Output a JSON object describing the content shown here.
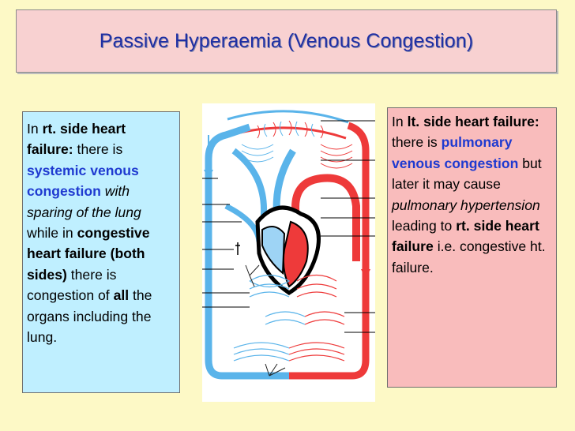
{
  "title": "Passive Hyperaemia (Venous Congestion)",
  "left": {
    "p1": "In ",
    "p2": "rt. side heart failure:",
    "p3": " there is ",
    "p4": "systemic venous congestion",
    "p5": " ",
    "p6": "with sparing of the lung",
    "p7": " while in ",
    "p8": "congestive heart failure (both sides)",
    "p9": " there is congestion of ",
    "p10": "all",
    "p11": " the organs including the lung."
  },
  "right": {
    "p1": "In ",
    "p2": "lt. side heart failure:",
    "p3": " there is ",
    "p4": "pulmonary venous congestion",
    "p5": " but later it may cause ",
    "p6": "pulmonary hypertension",
    "p7": " leading to ",
    "p8": "rt. side heart failure",
    "p9": " i.e. congestive ht. failure."
  },
  "colors": {
    "background": "#fdf9c6",
    "title_box": "#f8d1d1",
    "title_text": "#1f2fa3",
    "left_panel": "#bfefff",
    "right_panel": "#f9bcbc",
    "emphasis_blue": "#1f3ad0",
    "venous_blue": "#5ab4ea",
    "arterial_red": "#ee3a3a"
  }
}
